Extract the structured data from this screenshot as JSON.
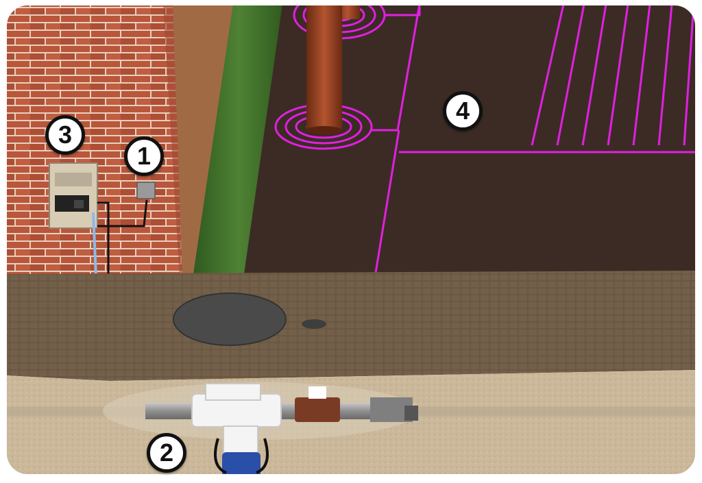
{
  "markers": [
    {
      "id": "1",
      "label": "1"
    },
    {
      "id": "2",
      "label": "2"
    },
    {
      "id": "3",
      "label": "3"
    },
    {
      "id": "4",
      "label": "4"
    }
  ],
  "colors": {
    "brick": "#b5533a",
    "mortar": "#e8d6c5",
    "grass": "#3f6b2a",
    "mulch": "#3b2a24",
    "cobble": "#6a5640",
    "soil": "#c9b79a",
    "pipe": "#9a9a9a",
    "valve": "#f2f2f2",
    "regulator": "#7a3b25",
    "sensor": "#2a4fa8",
    "dripline": "#e020e0",
    "tree": "#8a3a1e"
  }
}
